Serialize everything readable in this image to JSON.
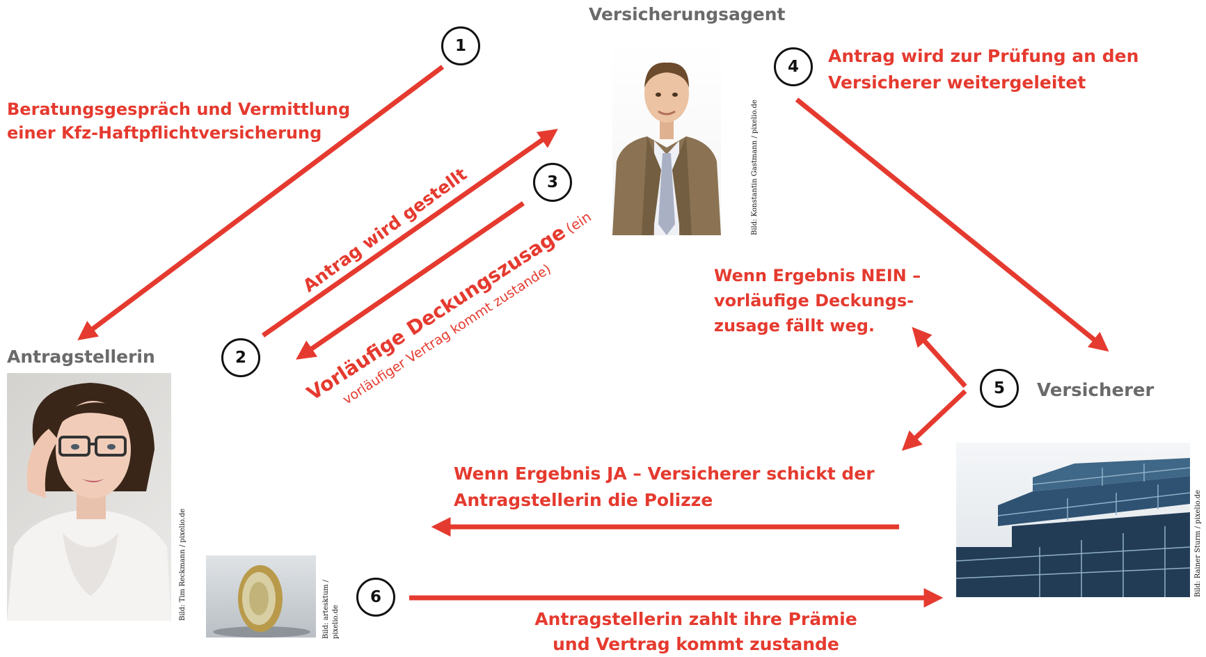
{
  "roles": {
    "agent": "Versicherungsagent",
    "applicant": "Antragstellerin",
    "insurer": "Versicherer"
  },
  "steps": {
    "s1": "1",
    "s2": "2",
    "s3": "3",
    "s4": "4",
    "s5": "5",
    "s6": "6"
  },
  "texts": {
    "step1_line1": "Beratungsgespräch und Vermittlung",
    "step1_line2": "einer Kfz-Haftpflichtversicherung",
    "step2": "Antrag wird gestellt",
    "step3_main": "Vorläufige Deckungszusage",
    "step3_paren": "(ein",
    "step3_line2": "vorläufiger Vertrag kommt zustande)",
    "step4_line1": "Antrag wird zur Prüfung an den",
    "step4_line2": "Versicherer weitergeleitet",
    "no_line1": "Wenn Ergebnis NEIN –",
    "no_line2": "vorläufige Deckungs-",
    "no_line3": "zusage fällt weg.",
    "yes_line1": "Wenn Ergebnis JA – Versicherer schickt der",
    "yes_line2": "Antragstellerin die Polizze",
    "step6_line1": "Antragstellerin zahlt ihre Prämie",
    "step6_line2": "und Vertrag kommt zustande"
  },
  "credits": {
    "agent": "Bild: Konstantin Gastmann / pixelio.de",
    "applicant": "Bild: Tim Reckmann / pixelio.de",
    "coin_line1": "Bild: artesktum /",
    "coin_line2": "pixelio.de",
    "insurer": "Bild: Rainer Sturm / pixelio.de"
  },
  "colors": {
    "accent": "#e53a2f",
    "role_text": "#6a6a6a"
  }
}
